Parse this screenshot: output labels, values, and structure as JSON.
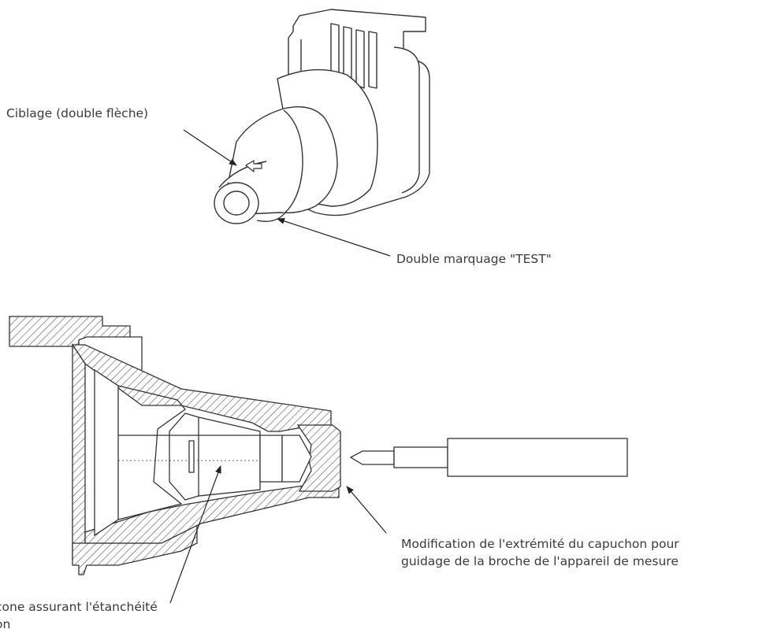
{
  "diagram": {
    "annotations": {
      "targeting": "Ciblage (double flèche)",
      "test_marking": "Double marquage \"TEST\"",
      "cap_modification": [
        "Modification de l'extrémité du capuchon pour",
        "guidage de la broche de l'appareil de mesure"
      ],
      "silicone_seal": [
        "cone assurant l'étanchéité",
        "on"
      ]
    }
  }
}
